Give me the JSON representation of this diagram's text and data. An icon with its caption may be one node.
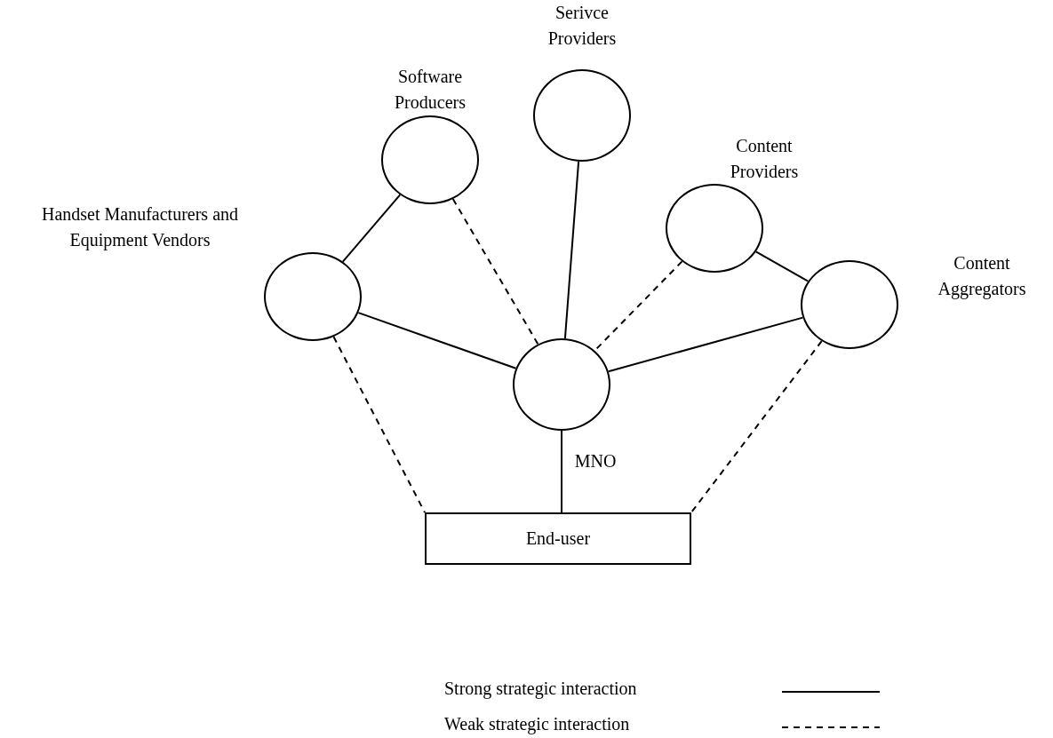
{
  "diagram": {
    "nodes": [
      {
        "text": [
          "Handset Manufacturers and Equipment Vendors"
        ]
      },
      {
        "text": [
          "Software Producers"
        ]
      },
      {
        "text": [
          "Serivce Providers"
        ]
      },
      {
        "text": [
          "Content Providers"
        ]
      },
      {
        "text": [
          "Content Aggregators"
        ]
      },
      {
        "text": [
          "MNO"
        ]
      },
      {
        "text": [
          "End-user"
        ]
      }
    ],
    "edges": [
      {
        "from": 0,
        "to": 1,
        "arrow": "none"
      },
      {
        "from": 0,
        "to": 5,
        "arrow": "none"
      },
      {
        "from": 1,
        "to": 5,
        "arrow": "none",
        "style": "dashed"
      },
      {
        "from": 2,
        "to": 5,
        "arrow": "none"
      },
      {
        "from": 3,
        "to": 5,
        "arrow": "none",
        "style": "dashed"
      },
      {
        "from": 3,
        "to": 4,
        "arrow": "none"
      },
      {
        "from": 5,
        "to": 4,
        "arrow": "none"
      },
      {
        "from": 5,
        "to": 6,
        "arrow": "none"
      },
      {
        "from": 0,
        "to": 6,
        "arrow": "none",
        "style": "dashed"
      },
      {
        "from": 4,
        "to": 6,
        "arrow": "none",
        "style": "dashed"
      }
    ],
    "legend": [
      {
        "text": "Strong strategic interaction"
      },
      {
        "text": "Weak strategic interaction"
      }
    ]
  }
}
